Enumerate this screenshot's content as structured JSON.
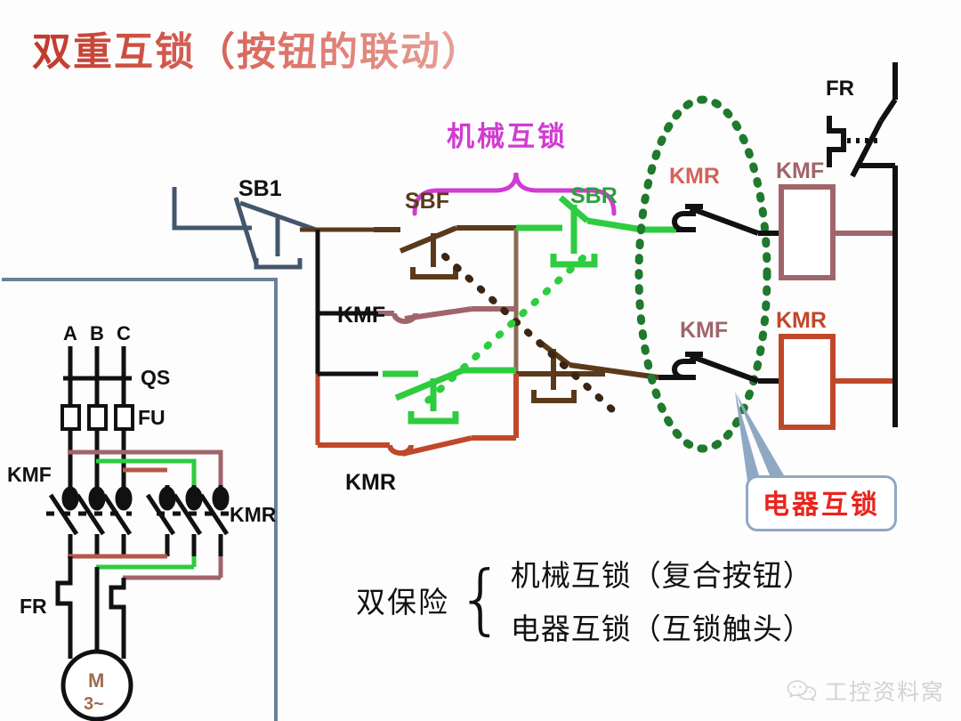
{
  "title": "双重互锁（按钮的联动）",
  "annotations": {
    "mechanical_interlock": "机械互锁",
    "electrical_interlock": "电器互锁"
  },
  "power_circuit": {
    "phases": [
      "A",
      "B",
      "C"
    ],
    "disconnect": "QS",
    "fuse": "FU",
    "contactor_forward": "KMF",
    "contactor_reverse": "KMR",
    "overload_relay": "FR",
    "motor_symbol": "M",
    "motor_phase": "3~"
  },
  "control_circuit": {
    "stop_button": "SB1",
    "forward_button": "SBF",
    "reverse_button": "SBR",
    "kmf_hold_contact": "KMF",
    "kmr_hold_contact": "KMR",
    "kmr_interlock_contact": "KMR",
    "kmf_interlock_contact": "KMF",
    "kmf_coil": "KMF",
    "kmr_coil": "KMR",
    "overload_contact": "FR"
  },
  "summary": {
    "head": "双保险",
    "brace": "{",
    "line1": "机械互锁（复合按钮）",
    "line2": "电器互锁（互锁触头）"
  },
  "watermark": {
    "icon": "wechat-icon",
    "text": "工控资料窝"
  },
  "colors": {
    "title_red": "#c0392b",
    "magenta": "#d13bd1",
    "green": "#2ecc40",
    "dark_green": "#1f7a2e",
    "brown": "#5a3a1a",
    "mauve": "#a0656a",
    "orange": "#c0482a",
    "slate": "#44566b",
    "callout_border": "#8fa8c4",
    "callout_text": "#e8251c",
    "box_border": "#6b8196"
  }
}
